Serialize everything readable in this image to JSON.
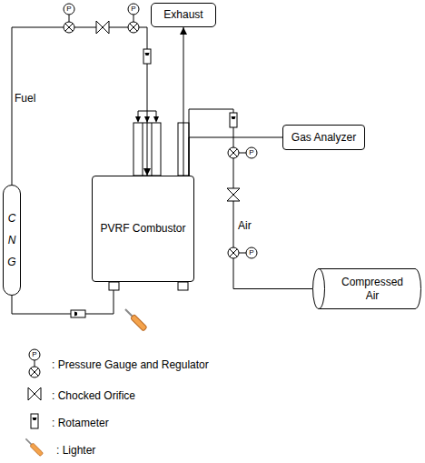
{
  "diagram": {
    "nodes": [
      {
        "text": [
          "Exhaust"
        ]
      },
      {
        "text": [
          "Gas Analyzer"
        ]
      },
      {
        "text": [
          "PVRF Combustor"
        ]
      },
      {
        "text": [
          "CNG"
        ]
      },
      {
        "text": [
          "Compressed Air"
        ]
      }
    ],
    "edges": [
      {
        "from": 3,
        "to": 2,
        "arrow": "to"
      },
      {
        "from": 3,
        "to": 2,
        "arrow": "none"
      },
      {
        "from": 2,
        "to": 0,
        "arrow": "to"
      },
      {
        "from": 2,
        "to": 1,
        "arrow": "none"
      },
      {
        "from": 4,
        "to": 2,
        "arrow": "none"
      }
    ],
    "labels": [
      "P",
      "P",
      "Fuel",
      "P",
      "Air",
      "P",
      "P"
    ],
    "legend": [
      {
        "text": ": Pressure Gauge and Regulator"
      },
      {
        "text": ": Chocked Orifice"
      },
      {
        "text": ": Rotameter"
      },
      {
        "text": ": Lighter"
      }
    ]
  }
}
